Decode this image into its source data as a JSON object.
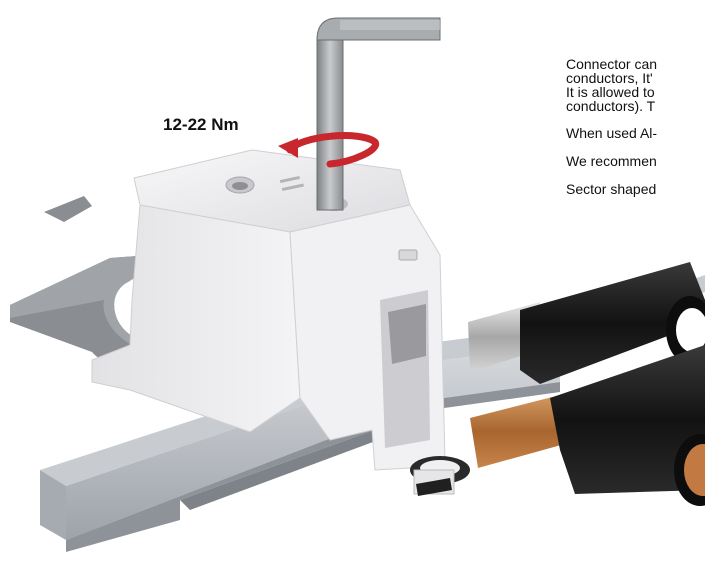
{
  "torque_label": "12-22 Nm",
  "text": {
    "para1": [
      "Connector can",
      "conductors, It'",
      "It is allowed to",
      "conductors). T"
    ],
    "para2": "When used Al-",
    "para3": "We recommen",
    "para4": "Sector shaped"
  },
  "colors": {
    "arrow": "#c8282d",
    "copper": "#b5733a",
    "cable_insulation": "#1a1a1a",
    "connector_body": "#eeeef0",
    "rail": "#b8bcc2"
  },
  "icons": [
    "hex-key-icon",
    "rotation-arrow-icon"
  ]
}
